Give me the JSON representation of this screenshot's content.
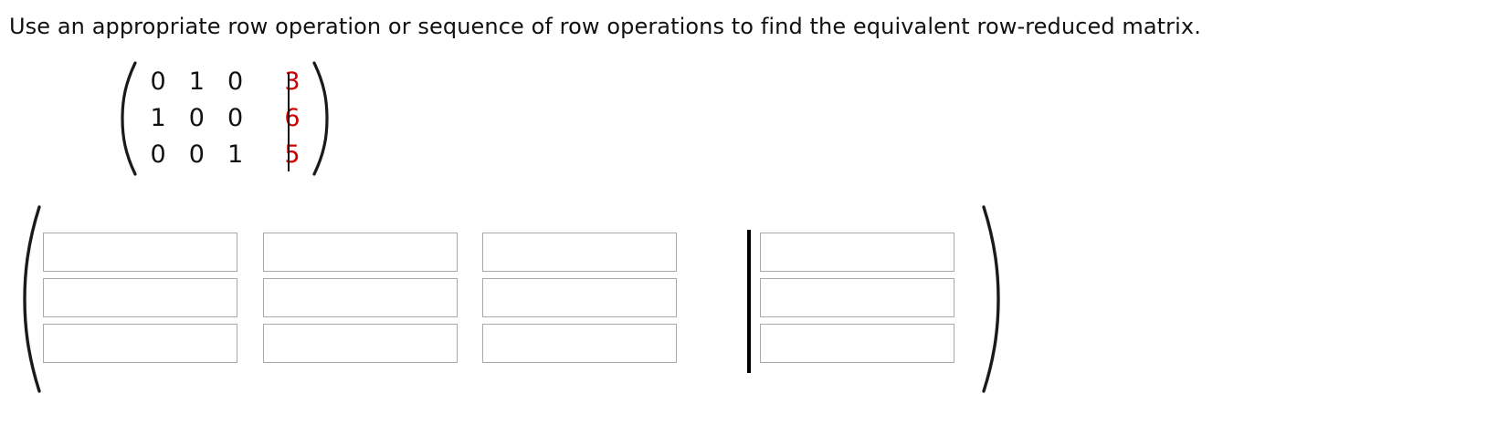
{
  "prompt": {
    "text": "Use an appropriate row operation or sequence of row operations to find the equivalent row-reduced matrix."
  },
  "given_matrix": {
    "delimiter": "parentheses",
    "has_augment_bar": true,
    "coefficient_color": "#111111",
    "augment_color": "#d10000",
    "rows": [
      {
        "coefficients": [
          "0",
          "1",
          "0"
        ],
        "augment": "3"
      },
      {
        "coefficients": [
          "1",
          "0",
          "0"
        ],
        "augment": "6"
      },
      {
        "coefficients": [
          "0",
          "0",
          "1"
        ],
        "augment": "5"
      }
    ]
  },
  "answer_matrix": {
    "delimiter": "parentheses",
    "has_augment_bar": true,
    "divider_color": "#000000",
    "input_border_color": "#a8a8a8",
    "columns": 4,
    "rows": 3,
    "cells": [
      {
        "value": "",
        "placeholder": ""
      },
      {
        "value": "",
        "placeholder": ""
      },
      {
        "value": "",
        "placeholder": ""
      },
      {
        "value": "",
        "placeholder": ""
      },
      {
        "value": "",
        "placeholder": ""
      },
      {
        "value": "",
        "placeholder": ""
      },
      {
        "value": "",
        "placeholder": ""
      },
      {
        "value": "",
        "placeholder": ""
      },
      {
        "value": "",
        "placeholder": ""
      },
      {
        "value": "",
        "placeholder": ""
      },
      {
        "value": "",
        "placeholder": ""
      },
      {
        "value": "",
        "placeholder": ""
      }
    ]
  }
}
